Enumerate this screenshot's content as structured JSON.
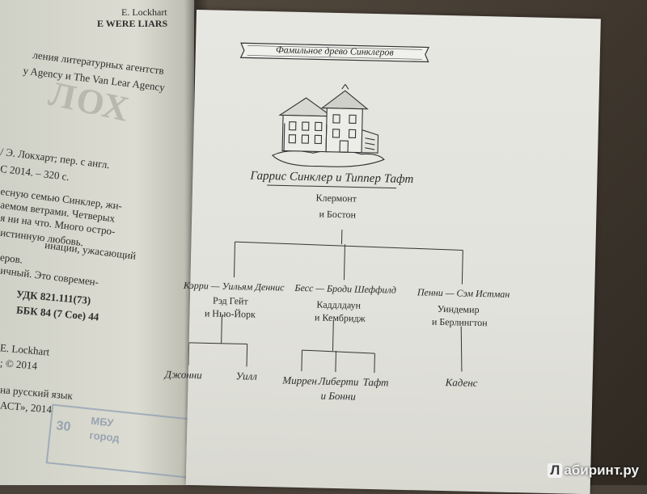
{
  "left_page": {
    "lines": [
      {
        "text": "E. Lockhart",
        "bold": false
      },
      {
        "text": "E WERE LIARS",
        "bold": true
      },
      {
        "text": "ления литературных агентств",
        "bold": false
      },
      {
        "text": "y Agency и The Van Lear Agency",
        "bold": false
      },
      {
        "text": "/ Э. Локхарт; пер. с англ.",
        "bold": false
      },
      {
        "text": "С 2014. – 320 с.",
        "bold": false
      },
      {
        "text": "есную семью Синклер, жи-",
        "bold": false
      },
      {
        "text": "аемом ветрами. Четверых",
        "bold": false
      },
      {
        "text": "я ни на что. Много остро-",
        "bold": false
      },
      {
        "text": "истинную любовь.",
        "bold": false
      },
      {
        "text": "инации, ужасающий",
        "bold": false
      },
      {
        "text": "еров.",
        "bold": false
      },
      {
        "text": "ичный. Это современ-",
        "bold": false
      },
      {
        "text": "УДК 821.111(73)",
        "bold": true
      },
      {
        "text": "ББК 84 (7 Сое) 44",
        "bold": true
      },
      {
        "text": "E. Lockhart",
        "bold": false
      },
      {
        "text": "; © 2014",
        "bold": false
      },
      {
        "text": "на русский язык",
        "bold": false
      },
      {
        "text": "АСТ», 2014",
        "bold": false
      }
    ],
    "ghost_text": "ЛОХ",
    "stamp": {
      "number": "30",
      "word1": "МБУ",
      "word2": "город"
    }
  },
  "right_page": {
    "banner_title": "Фамильное древо Синклеров",
    "root": {
      "names": "Гаррис Синклер и Типпер Тафт",
      "places": [
        "Клермонт",
        "и Бостон"
      ]
    },
    "branches": [
      {
        "names": "Кэрри — Уильям Деннис",
        "places": [
          "Рэд Гейт",
          "и Нью-Йорк"
        ],
        "children": [
          "Джонни",
          "Уилл"
        ]
      },
      {
        "names": "Бесс — Броди Шеффилд",
        "places": [
          "Каддлдаун",
          "и Кембридж"
        ],
        "children": [
          "Миррен",
          "Либерти",
          "Тафт",
          "и Бонни"
        ]
      },
      {
        "names": "Пенни — Сэм Истман",
        "places": [
          "Уиндемир",
          "и Берлингтон"
        ],
        "children": [
          "Каденс"
        ]
      }
    ]
  },
  "watermark": {
    "letter": "Л",
    "text": "абиринт.ру"
  },
  "colors": {
    "page": "#e4e4de",
    "ink": "#2a2a2a",
    "desk": "#4a4238"
  }
}
